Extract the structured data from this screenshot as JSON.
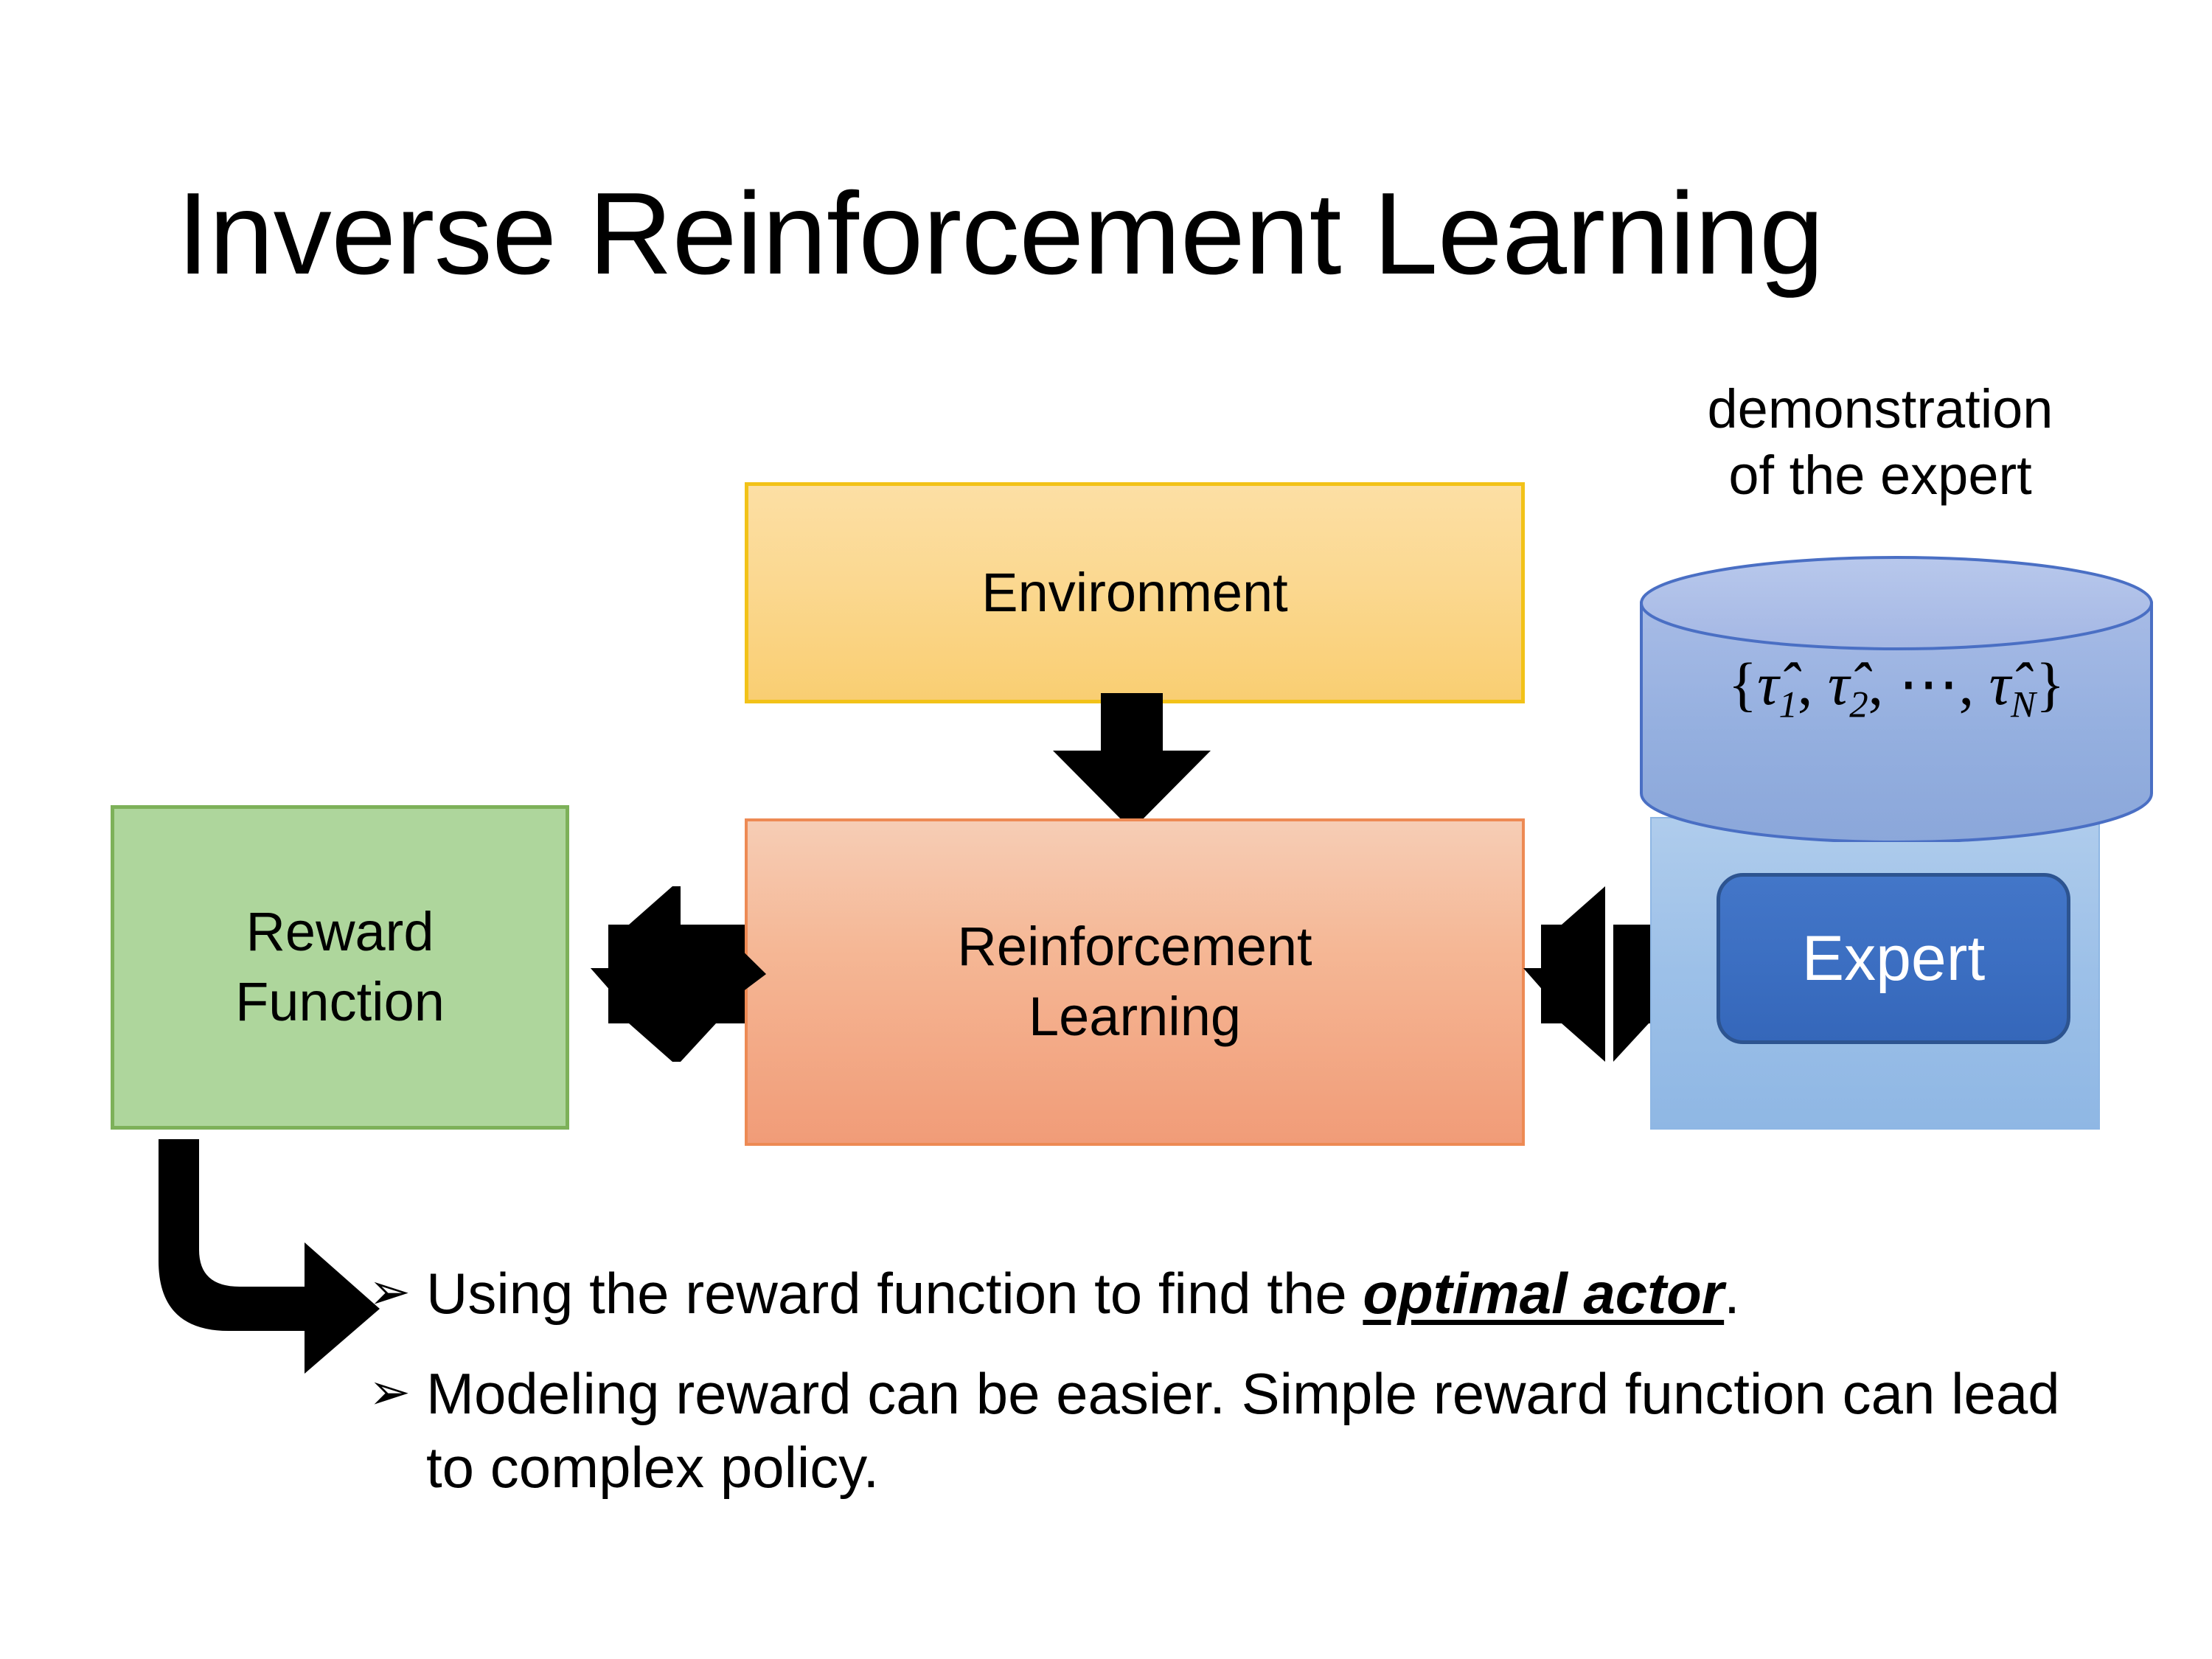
{
  "slide": {
    "title": "Inverse Reinforcement Learning",
    "background_color": "#FFFFFF"
  },
  "diagram": {
    "environment": {
      "label": "Environment",
      "fill_color": "#FBD890",
      "border_color": "#F2C218"
    },
    "reward_function": {
      "label": "Reward\nFunction",
      "line1": "Reward",
      "line2": "Function",
      "fill_color": "#AED69C",
      "border_color": "#7DB159"
    },
    "reinforcement_learning": {
      "label": "Reinforcement\nLearning",
      "line1": "Reinforcement",
      "line2": "Learning",
      "fill_color": "#F5B795",
      "border_color": "#ED8A54"
    },
    "expert_group": {
      "caption_line1": "demonstration",
      "caption_line2": "of the expert",
      "container_fill": "#9CC0E8",
      "cylinder_fill": "#96AEDC",
      "cylinder_top_fill": "#AEBFE6",
      "cylinder_stroke": "#4A6FC4",
      "trajectory_set": "{τ̂₁, τ̂₂, ⋯, τ̂N}",
      "trajectory_parts": {
        "open_brace": "{",
        "tau1": "τ̂",
        "sub1": "1",
        "comma1": ", ",
        "tau2": "τ̂",
        "sub2": "2",
        "comma2": ", ",
        "ellipsis": "⋯",
        "comma3": ", ",
        "tauN": "τ̂",
        "subN": "N",
        "close_brace": "}"
      },
      "expert_label": "Expert",
      "expert_fill": "#3C6FC2",
      "expert_border": "#2D5490",
      "expert_text_color": "#FFFFFF"
    },
    "connectors": {
      "env_to_rl": "down-arrow",
      "reward_to_rl": "four-way-arrow",
      "rl_to_expert": "four-way-arrow",
      "reward_to_bullets": "bent-arrow",
      "arrow_color": "#000000"
    }
  },
  "bullets": [
    {
      "marker": "➢",
      "prefix": "Using the reward function to find the ",
      "emphasis": "optimal actor",
      "suffix": "."
    },
    {
      "marker": "➢",
      "prefix": "Modeling reward can be easier. Simple reward function can lead to complex policy.",
      "emphasis": "",
      "suffix": ""
    }
  ]
}
